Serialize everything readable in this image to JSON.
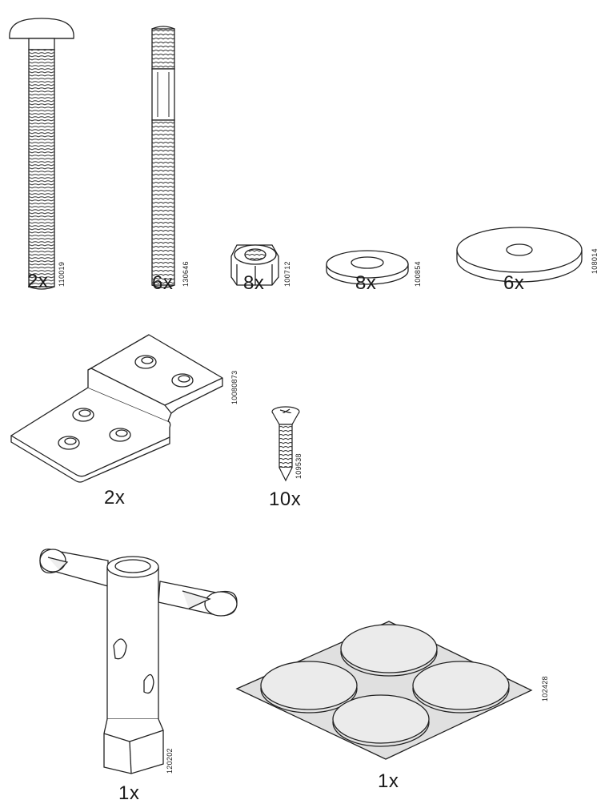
{
  "parts": [
    {
      "id": "carriage-bolt",
      "code": "110019",
      "quantity": "2x"
    },
    {
      "id": "threaded-rod",
      "code": "130646",
      "quantity": "6x"
    },
    {
      "id": "hex-nut",
      "code": "100712",
      "quantity": "8x"
    },
    {
      "id": "small-washer",
      "code": "100854",
      "quantity": "8x"
    },
    {
      "id": "large-washer",
      "code": "108014",
      "quantity": "6x"
    },
    {
      "id": "angle-bracket",
      "code": "10080873",
      "quantity": "2x"
    },
    {
      "id": "wood-screw",
      "code": "109538",
      "quantity": "10x"
    },
    {
      "id": "box-wrench",
      "code": "120202",
      "quantity": "1x"
    },
    {
      "id": "felt-pads",
      "code": "102428",
      "quantity": "1x"
    }
  ]
}
